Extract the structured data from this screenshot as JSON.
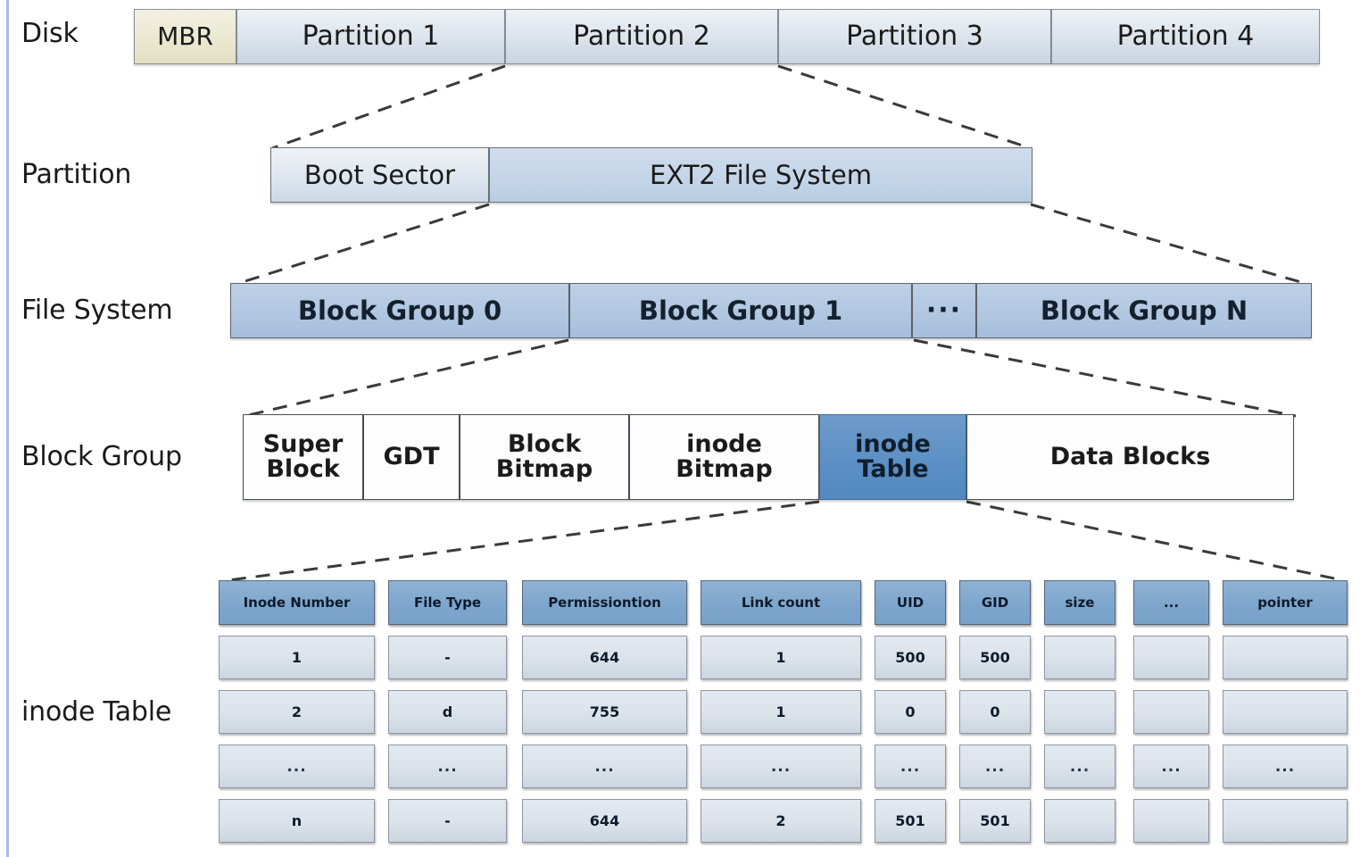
{
  "theme": {
    "accent_rule": "#aab9e8",
    "highlight_box": "#5b8fc4",
    "header_cell": "#7ea6cd",
    "background": "#ffffff"
  },
  "rows": {
    "disk": {
      "label": "Disk",
      "boxes": [
        {
          "text": "MBR"
        },
        {
          "text": "Partition 1"
        },
        {
          "text": "Partition 2"
        },
        {
          "text": "Partition 3"
        },
        {
          "text": "Partition 4"
        }
      ]
    },
    "partition": {
      "label": "Partition",
      "boxes": [
        {
          "text": "Boot Sector"
        },
        {
          "text": "EXT2 File System"
        }
      ]
    },
    "filesystem": {
      "label": "File System",
      "boxes": [
        {
          "text": "Block Group 0"
        },
        {
          "text": "Block Group 1"
        },
        {
          "text": "···"
        },
        {
          "text": "Block Group N"
        }
      ]
    },
    "blockgroup": {
      "label": "Block Group",
      "boxes": [
        {
          "text": "Super\nBlock"
        },
        {
          "text": "GDT"
        },
        {
          "text": "Block\nBitmap"
        },
        {
          "text": "inode\nBitmap"
        },
        {
          "text": "inode\nTable"
        },
        {
          "text": "Data Blocks"
        }
      ]
    },
    "inodetable": {
      "label": "inode Table"
    }
  },
  "inode_table": {
    "columns": [
      "Inode Number",
      "File Type",
      "Permissiontion",
      "Link count",
      "UID",
      "GID",
      "size",
      "...",
      "pointer"
    ],
    "rows": [
      [
        "1",
        "-",
        "644",
        "1",
        "500",
        "500",
        "",
        "",
        ""
      ],
      [
        "2",
        "d",
        "755",
        "1",
        "0",
        "0",
        "",
        "",
        ""
      ],
      [
        "...",
        "...",
        "...",
        "...",
        "...",
        "...",
        "...",
        "...",
        "..."
      ],
      [
        "n",
        "-",
        "644",
        "2",
        "501",
        "501",
        "",
        "",
        ""
      ]
    ]
  }
}
